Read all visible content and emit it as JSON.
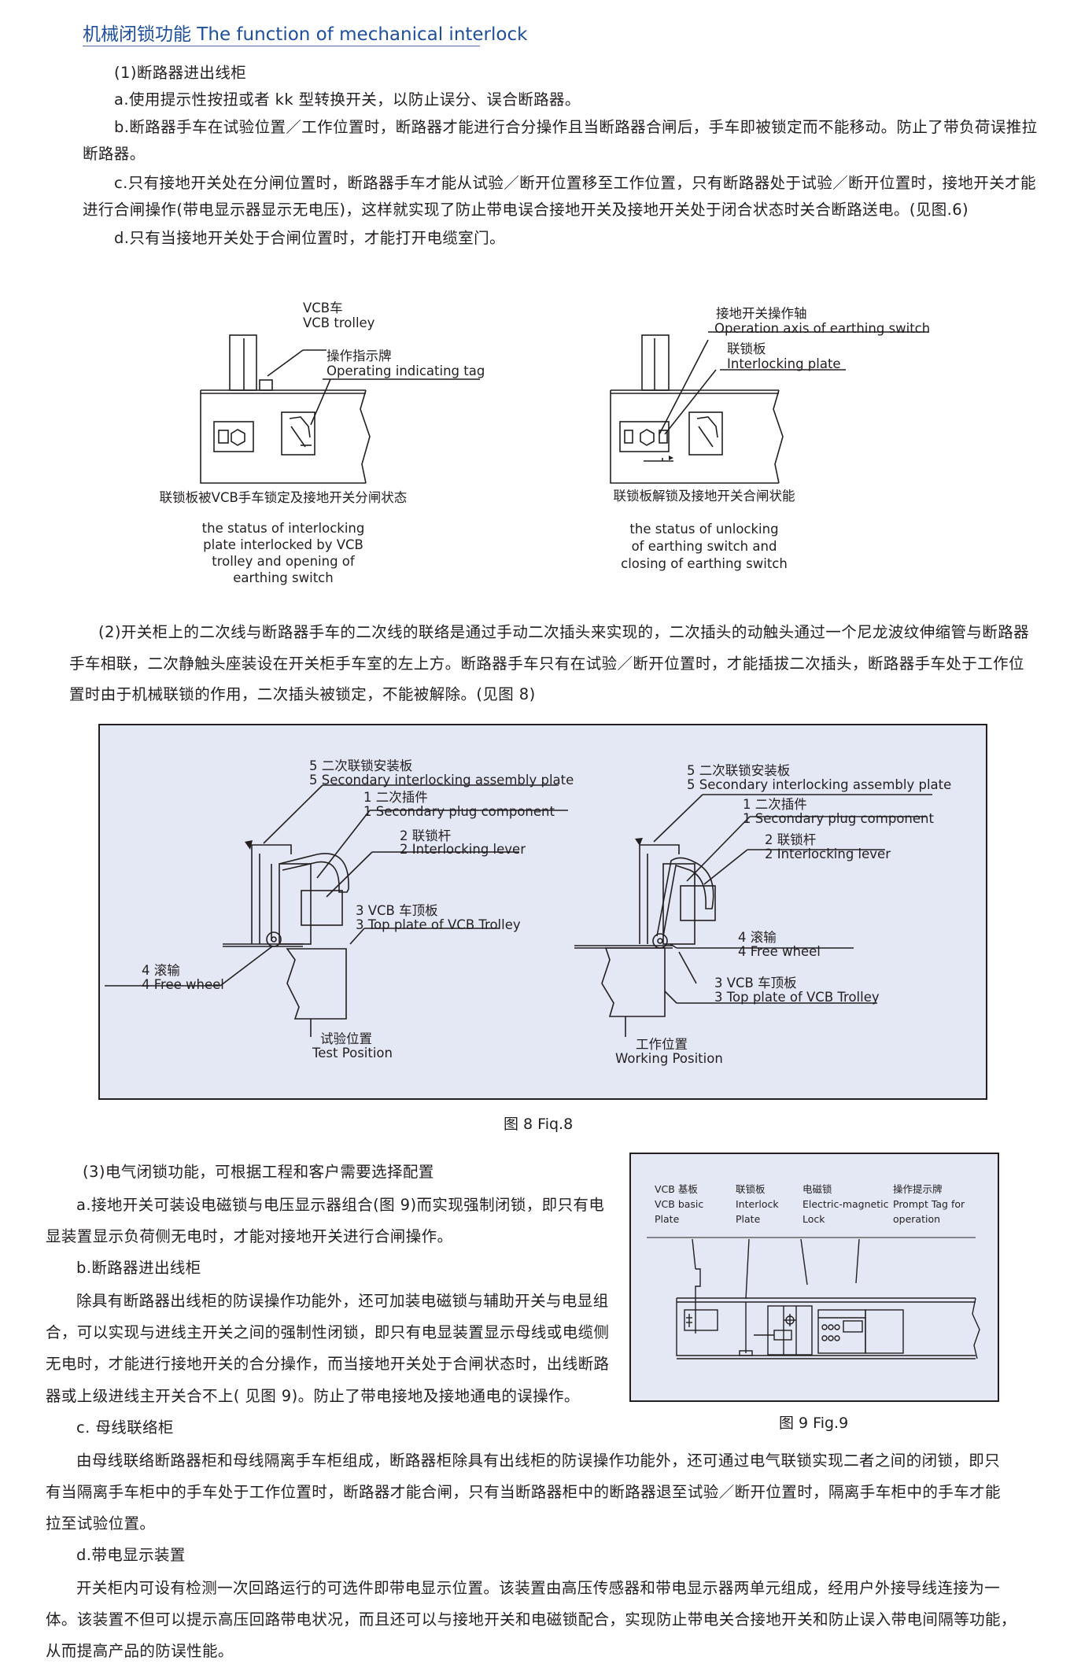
{
  "title": "机械闭锁功能 The function of mechanical interlock",
  "sec1": {
    "heading": "(1)断路器进出线柜",
    "a": "a.使用提示性按扭或者 kk 型转换开关，以防止误分、误合断路器。",
    "b1": "b.断路器手车在试验位置／工作位置时，断路器才能进行合分操作且当断路器合闸后，手车即被锁定而不能移动。防止了带负荷误推拉",
    "b2": "断路器。",
    "c1": "c.只有接地开关处在分闸位置时，断路器手车才能从试验／断开位置移至工作位置，只有断路器处于试验／断开位置时，接地开关才能",
    "c2": "进行合闸操作(带电显示器显示无电压)，这样就实现了防止带电误合接地开关及接地开关处于闭合状态时关合断路送电。(见图.6)",
    "d": "d.只有当接地开关处于合闸位置时，才能打开电缆室门。"
  },
  "fig6": {
    "left": {
      "vcb_cn": "VCB车",
      "vcb_en": "VCB trolley",
      "tag_cn": "操作指示牌",
      "tag_en": "Operating indicating tag",
      "caption_cn": "联锁板被VCB手车锁定及接地开关分闸状态",
      "caption_en1": "the status of interlocking",
      "caption_en2": "plate interlocked by VCB",
      "caption_en3": "trolley and opening of",
      "caption_en4": "earthing switch"
    },
    "right": {
      "axis_cn": "接地开关操作轴",
      "axis_en": "Operation axis of earthing switch",
      "plate_cn": "联锁板",
      "plate_en": "Interlocking plate",
      "caption_cn": "联锁板解锁及接地开关合闸状能",
      "caption_en1": "the status of unlocking",
      "caption_en2": "of earthing switch and",
      "caption_en3": "closing of earthing switch"
    }
  },
  "sec2": {
    "l1": "(2)开关柜上的二次线与断路器手车的二次线的联络是通过手动二次插头来实现的，二次插头的动触头通过一个尼龙波纹伸缩管与断路器",
    "l2": "手车相联，二次静触头座装设在开关柜手车室的左上方。断路器手车只有在试验／断开位置时，才能插拔二次插头，断路器手车处于工作位",
    "l3": "置时由于机械联锁的作用，二次插头被锁定，不能被解除。(见图 8)"
  },
  "fig8": {
    "l5cn": "5 二次联锁安装板",
    "l5en": "5  Secondary interlocking assembly plate",
    "l1cn": "1 二次插件",
    "l1en": "1 Secondary plug component",
    "l2cn": "2 联锁杆",
    "l2en": "2  Interlocking lever",
    "l3cn": "3 VCB 车顶板",
    "l3en": "3 Top plate of VCB Trolley",
    "l4cn": "4 滚输",
    "l4en": "4 Free wheel",
    "test_cn": "试验位置",
    "test_en": "Test Position",
    "r5cn": "5 二次联锁安装板",
    "r5en": "5  Secondary interlocking assembly plate",
    "r1cn": "1 二次插件",
    "r1en": "1 Secondary plug component",
    "r2cn": "2 联锁杆",
    "r2en": "2  Interlocking lever",
    "r4cn": "4 滚输",
    "r4en": "4 Free wheel",
    "r3cn": "3 VCB 车顶板",
    "r3en": "3 Top plate of VCB Trolley",
    "work_cn": "工作位置",
    "work_en": "Working Position",
    "caption": "图 8    Fiq.8",
    "bg": "#e3e8f4"
  },
  "sec3": {
    "heading": "(3)电气闭锁功能，可根据工程和客户需要选择配置",
    "a1": "a.接地开关可装设电磁锁与电压显示器组合(图 9)而实现强制闭锁，即只有电",
    "a2": "显装置显示负荷侧无电时，才能对接地开关进行合闸操作。",
    "b": "b.断路器进出线柜",
    "b1": "除具有断路器出线柜的防误操作功能外，还可加装电磁锁与辅助开关与电显组",
    "b2": "合，可以实现与进线主开关之间的强制性闭锁，即只有电显装置显示母线或电缆侧",
    "b3": "无电时，才能进行接地开关的合分操作，而当接地开关处于合闸状态时，出线断路",
    "b4": "器或上级进线主开关合不上( 见图 9)。防止了带电接地及接地通电的误操作。",
    "c": "c. 母线联络柜",
    "c1": "由母线联络断路器柜和母线隔离手车柜组成，断路器柜除具有出线柜的防误操作功能外，还可通过电气联锁实现二者之间的闭锁，即只",
    "c2": "有当隔离手车柜中的手车处于工作位置时，断路器才能合闸，只有当断路器柜中的断路器退至试验／断开位置时，隔离手车柜中的手车才能",
    "c3": "拉至试验位置。",
    "d": "d.带电显示装置",
    "d1": "开关柜内可设有检测一次回路运行的可选件即带电显示位置。该装置由高压传感器和带电显示器两单元组成，经用户外接导线连接为一",
    "d2": "体。该装置不但可以提示高压回路带电状况，而且还可以与接地开关和电磁锁配合，实现防止带电关合接地开关和防止误入带电间隔等功能，",
    "d3": "从而提高产品的防误性能。"
  },
  "fig9": {
    "c1": [
      "VCB 基板",
      "VCB basic",
      "Plate"
    ],
    "c2": [
      "联锁板",
      "Interlock",
      "Plate"
    ],
    "c3": [
      "电磁锁",
      "Electric-magnetic",
      "Lock"
    ],
    "c4": [
      "操作提示牌",
      "Prompt Tag for",
      "operation"
    ],
    "caption": "图 9    Fig.9",
    "bg": "#e3e8f4"
  }
}
